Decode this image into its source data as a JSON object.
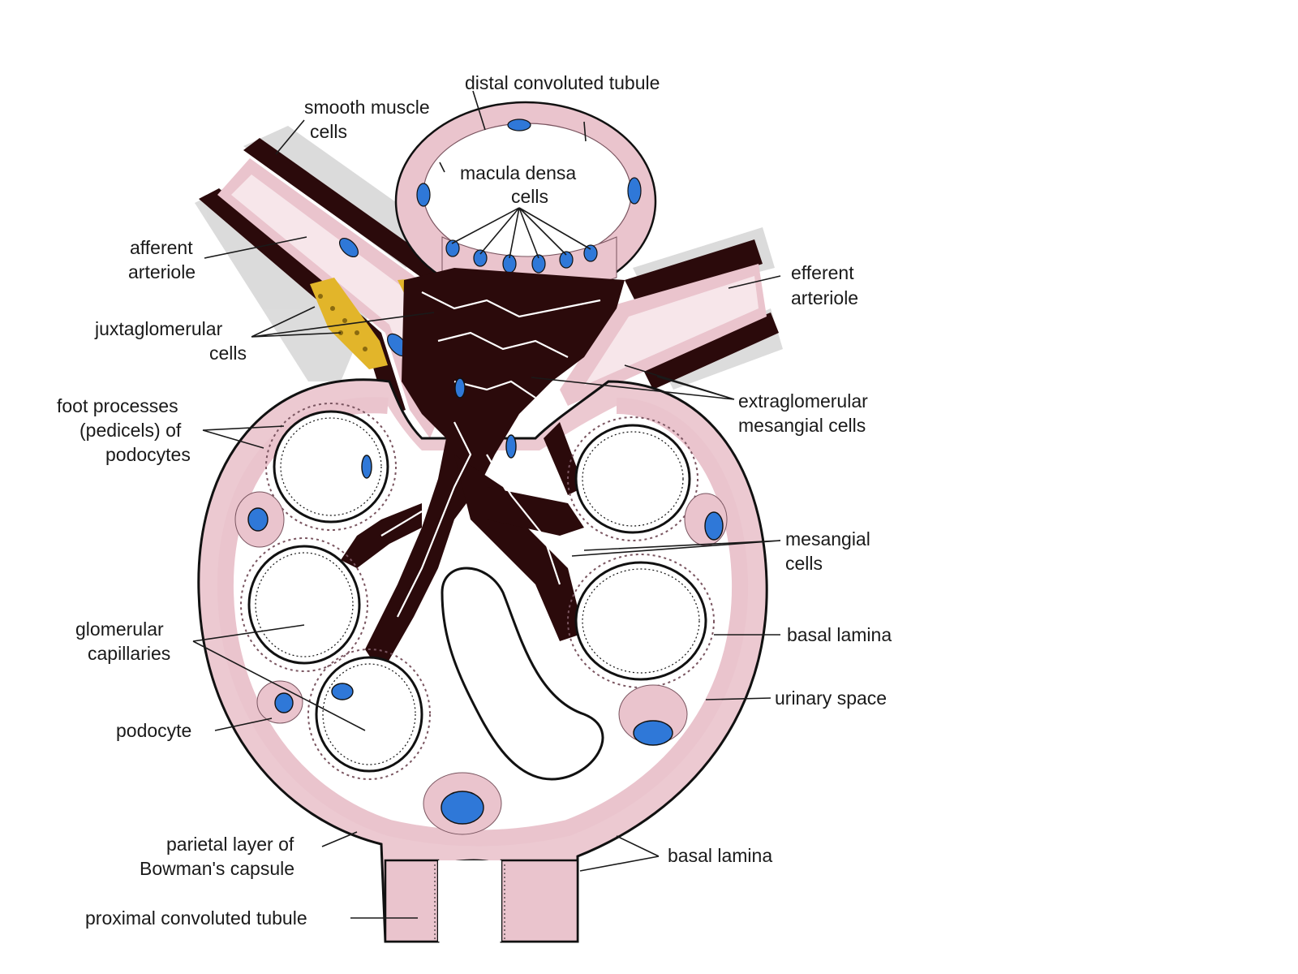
{
  "colors": {
    "background": "#ffffff",
    "tissue_pink": "#eac4cd",
    "tissue_pink_light": "#f1d6dc",
    "mesangial_dark": "#2b0a0b",
    "nucleus_blue": "#2f78d8",
    "juxtaglomerular_yellow": "#e2b52a",
    "outline": "#111111"
  },
  "labels": {
    "distal_tubule": "distal convoluted tubule",
    "smooth_muscle_1": "smooth muscle",
    "smooth_muscle_2": "cells",
    "macula_densa_1": "macula densa",
    "macula_densa_2": "cells",
    "afferent_1": "afferent",
    "afferent_2": "arteriole",
    "efferent_1": "efferent",
    "efferent_2": "arteriole",
    "juxtaglomerular_1": "juxtaglomerular",
    "juxtaglomerular_2": "cells",
    "foot_processes_1": "foot processes",
    "foot_processes_2": "(pedicels) of",
    "foot_processes_3": "podocytes",
    "extraglomerular_1": "extraglomerular",
    "extraglomerular_2": "mesangial cells",
    "mesangial_1": "mesangial",
    "mesangial_2": "cells",
    "glomerular_1": "glomerular",
    "glomerular_2": "capillaries",
    "basal_lamina_right": "basal lamina",
    "urinary_space": "urinary space",
    "podocyte": "podocyte",
    "parietal_1": "parietal layer of",
    "parietal_2": "Bowman's capsule",
    "basal_lamina_bottom": "basal lamina",
    "proximal_tubule": "proximal convoluted tubule"
  }
}
